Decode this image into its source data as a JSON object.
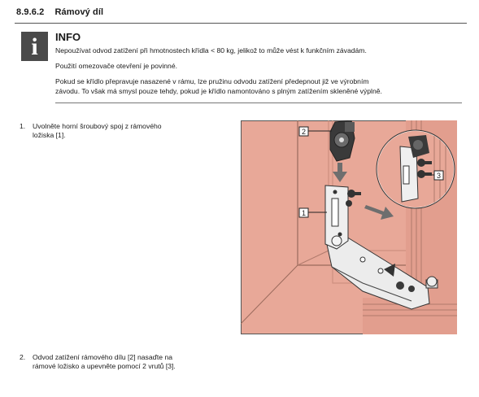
{
  "section": {
    "number": "8.9.6.2",
    "title": "Rámový díl"
  },
  "info": {
    "icon_label": "i",
    "title": "INFO",
    "lines": [
      "Nepoužívat odvod zatížení při hmotnostech křídla < 80 kg, jelikož to může vést k funkčním závadám.",
      "Použití omezovače otevření je povinné.",
      "Pokud se křídlo přepravuje nasazené v rámu, lze pružinu odvodu zatížení předepnout již ve výrobním",
      "závodu. To však má smysl pouze tehdy, pokud je křídlo namontováno s plným zatížením skleněné výplně."
    ]
  },
  "steps": [
    {
      "number": "1.",
      "lines": [
        "Uvolněte horní šroubový spoj z rámového",
        "ložiska [1]."
      ]
    },
    {
      "number": "2.",
      "lines": [
        "Odvod zatížení rámového dílu [2] nasaďte na",
        "rámové ložisko a upevněte pomocí 2 vrutů [3]."
      ]
    }
  ],
  "figure": {
    "callouts": [
      "1",
      "2",
      "3"
    ],
    "colors": {
      "frame": "#e8a898",
      "frame_dark": "#c98a7a",
      "metal": "#e9e9e9",
      "dark_part": "#3a3a3a",
      "arrow": "#6e6e6e"
    }
  }
}
